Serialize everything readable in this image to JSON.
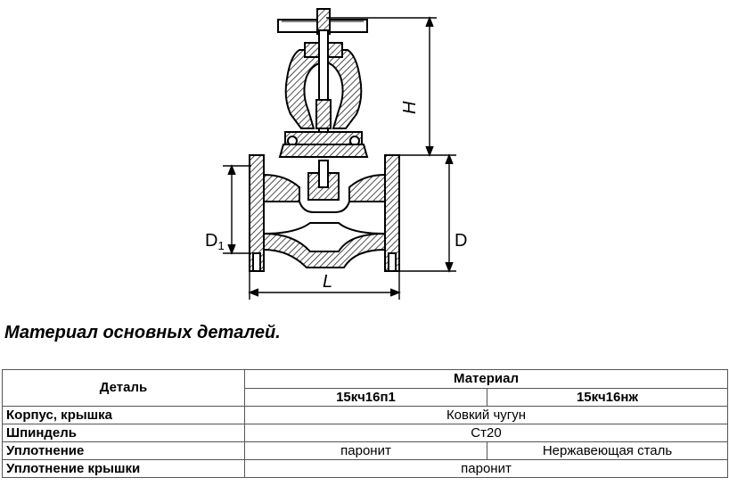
{
  "drawing": {
    "label_h": "H",
    "label_d1": "D",
    "label_d1_sub": "1",
    "label_d": "D",
    "label_l": "L"
  },
  "section_title": "Материал основных деталей.",
  "table": {
    "header_part": "Деталь",
    "header_material": "Материал",
    "variants": [
      "15кч16п1",
      "15кч16нж"
    ],
    "rows": [
      {
        "part": "Корпус, крышка",
        "value": "Ковкий чугун"
      },
      {
        "part": "Шпиндель",
        "value": "Ст20"
      },
      {
        "part": "Уплотнение",
        "value_1": "паронит",
        "value_2": "Нержавеющая сталь"
      },
      {
        "part": "Уплотнение крышки",
        "value": "паронит"
      }
    ]
  }
}
